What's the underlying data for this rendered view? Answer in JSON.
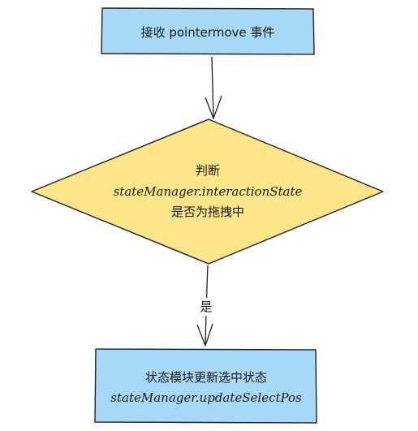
{
  "nodes": {
    "start": {
      "text": "接收 pointermove 事件"
    },
    "decision": {
      "line1": "判断",
      "line2": "stateManager.interactionState",
      "line3": "是否为拖拽中"
    },
    "end": {
      "line1": "状态模块更新选中状态",
      "line2": "stateManager.updateSelectPos"
    }
  },
  "edges": {
    "yes_label": "是"
  },
  "colors": {
    "process_fill": "#a8d8f8",
    "decision_fill": "#fde58a",
    "stroke": "#222222"
  }
}
